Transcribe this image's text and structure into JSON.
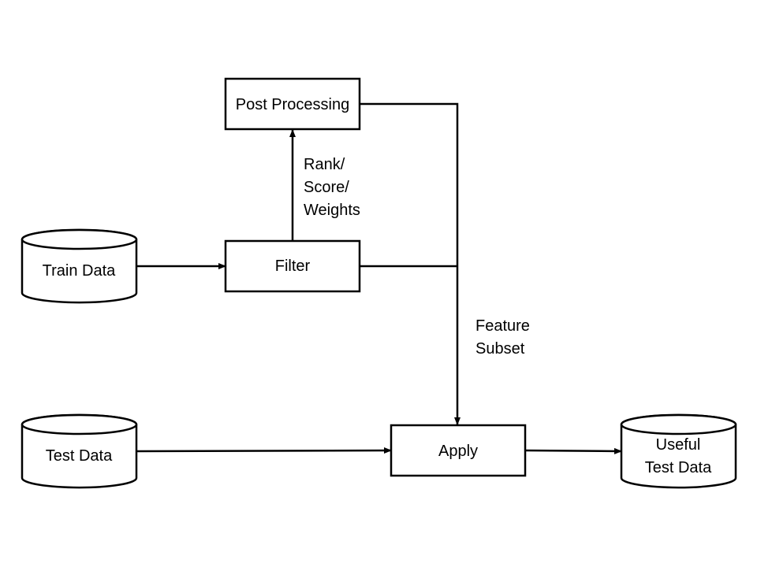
{
  "nodes": {
    "post_processing": {
      "label": "Post Processing"
    },
    "filter": {
      "label": "Filter"
    },
    "apply": {
      "label": "Apply"
    },
    "train_data": {
      "label": "Train Data"
    },
    "test_data": {
      "label": "Test Data"
    },
    "useful_test_data": {
      "label_line1": "Useful",
      "label_line2": "Test Data"
    }
  },
  "edge_labels": {
    "rank_score_weights": {
      "line1": "Rank/",
      "line2": "Score/",
      "line3": "Weights"
    },
    "feature_subset": {
      "line1": "Feature",
      "line2": "Subset"
    }
  },
  "colors": {
    "stroke": "#000000",
    "fill": "#ffffff"
  }
}
